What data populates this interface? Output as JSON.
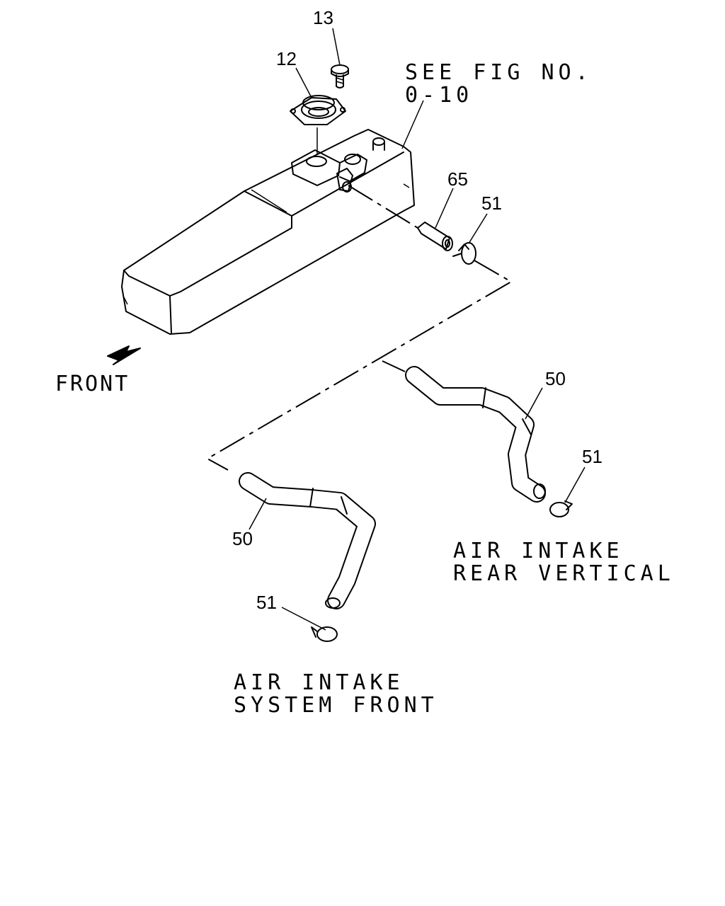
{
  "callouts": {
    "p13": "13",
    "p12": "12",
    "p65": "65",
    "p51_top": "51",
    "p50_rear": "50",
    "p51_rear": "51",
    "p50_front": "50",
    "p51_front": "51"
  },
  "labels": {
    "see_fig_line1": "SEE FIG NO.",
    "see_fig_line2": "0-10",
    "front": "FRONT",
    "rear_line1": "AIR INTAKE",
    "rear_line2": "REAR VERTICAL",
    "front_sys_line1": "AIR INTAKE",
    "front_sys_line2": "SYSTEM FRONT"
  }
}
